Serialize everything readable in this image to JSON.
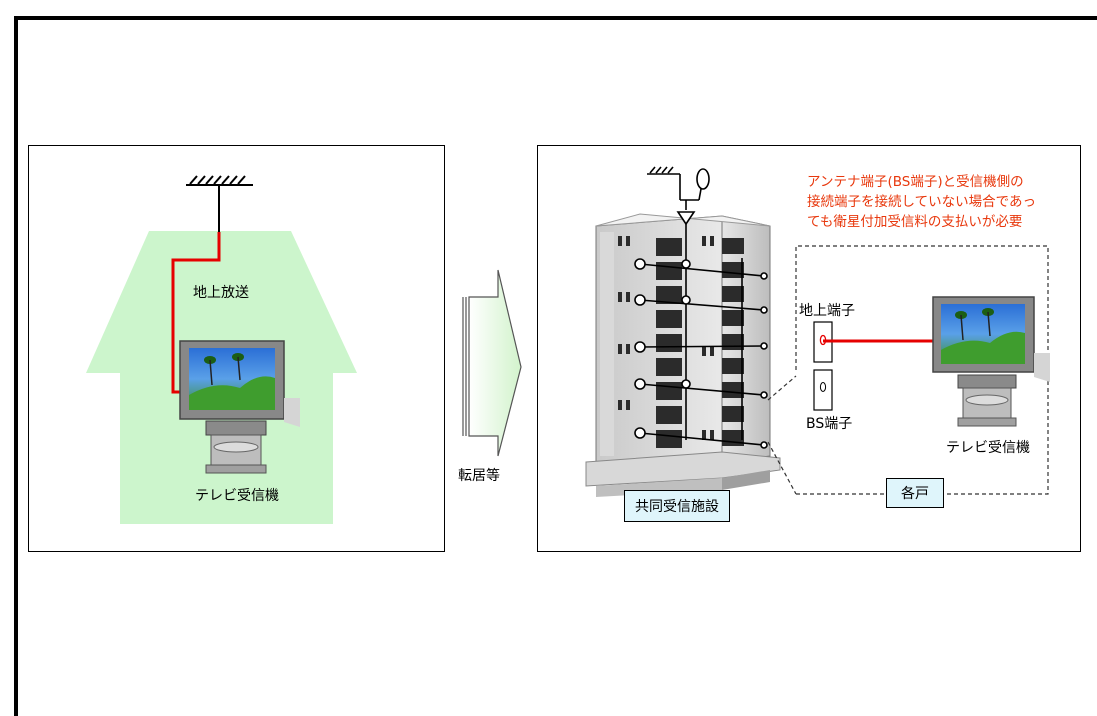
{
  "left_panel": {
    "broadcast_label": "地上放送",
    "tv_label": "テレビ受信機"
  },
  "transition": {
    "label": "転居等"
  },
  "right_panel": {
    "notice_lines": [
      "アンテナ端子(BS端子)と受信機側の",
      "接続端子を接続していない場合であっ",
      "ても衛星付加受信料の支払いが必要"
    ],
    "terrestrial_terminal_label": "地上端子",
    "bs_terminal_label": "BS端子",
    "tv_label": "テレビ受信機",
    "facility_label": "共同受信施設",
    "unit_label": "各戸"
  },
  "colors": {
    "house_fill": "#ccf5cc",
    "signal_line": "#e60000",
    "notice_text": "#e8380d",
    "label_box_fill": "#dff5fb",
    "arrow_fill": "#e9fbe6"
  }
}
